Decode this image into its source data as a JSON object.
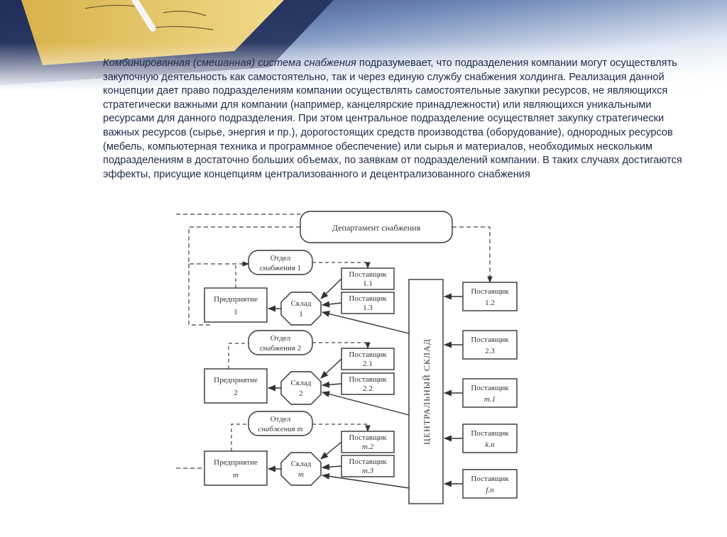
{
  "paragraph": {
    "lead_italic": "Комбинированная (смешанная) система снабжения",
    "body": " подразумевает, что подразделения компании могут осуществлять закупочную деятельность как самостоятельно, так и через единую службу снабжения холдинга. Реализация данной концепции дает право подразделениям компании осуществлять самостоятельные закупки ресурсов, не являющихся стратегически важными для компании (например, канцелярские принадлежности) или являющихся уникальными ресурсами для данного подразделения. При этом центральное подразделение осуществляет закупку стратегически важных ресурсов (сырье, энергия и пр.), дорогостоящих средств производства (оборудование), однородных ресурсов (мебель, компьютерная техника и программное обеспечение) или сырья и материалов, необходимых нескольким подразделениям в достаточно больших объемах, по заявкам от подразделений компании. В таких случаях достигаются эффекты, присущие концепциям централизованного и децентрализованного снабжения"
  },
  "diagram": {
    "department": "Департамент снабжения",
    "central_warehouse": "ЦЕНТРАЛЬНЫЙ СКЛАД",
    "groups": [
      {
        "dept_l1": "Отдел",
        "dept_l2": "снабжения 1",
        "ent_l1": "Предприятие",
        "ent_l2": "1",
        "sklad_l1": "Склад",
        "sklad_l2": "1",
        "s1_l1": "Поставщик",
        "s1_l2": "1.1",
        "s2_l1": "Поставщик",
        "s2_l2": "1.3"
      },
      {
        "dept_l1": "Отдел",
        "dept_l2": "снабжения 2",
        "ent_l1": "Предприятие",
        "ent_l2": "2",
        "sklad_l1": "Склад",
        "sklad_l2": "2",
        "s1_l1": "Поставщик",
        "s1_l2": "2.1",
        "s2_l1": "Поставщик",
        "s2_l2": "2.2"
      },
      {
        "dept_l1": "Отдел",
        "dept_l2": "снабжения m",
        "ent_l1": "Предприятие",
        "ent_l2": "m",
        "sklad_l1": "Склад",
        "sklad_l2": "m",
        "s1_l1": "Поставщик",
        "s1_l2": "m.2",
        "s2_l1": "Поставщик",
        "s2_l2": "m.3"
      }
    ],
    "right_suppliers": [
      {
        "l1": "Поставщик",
        "l2": "1.2"
      },
      {
        "l1": "Поставщик",
        "l2": "2.3"
      },
      {
        "l1": "Поставщик",
        "l2": "m.1"
      },
      {
        "l1": "Поставщик",
        "l2": "k.n"
      },
      {
        "l1": "Поставщик",
        "l2": "f.n"
      }
    ]
  }
}
